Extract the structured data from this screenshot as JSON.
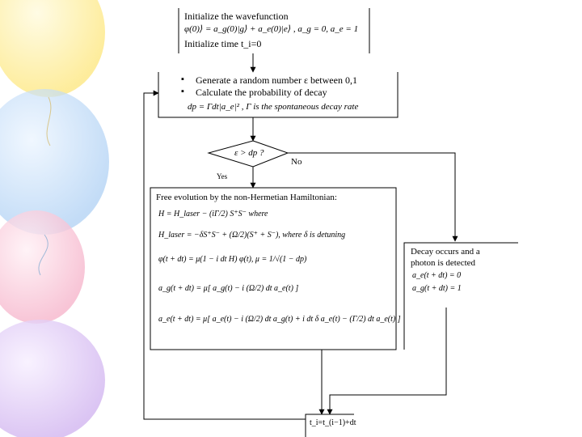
{
  "box_init": {
    "line1": "Initialize the wavefunction",
    "line2": "φ(0)⟩ = a_g(0)|g⟩ + a_e(0)|e⟩ ,  a_g = 0, a_e = 1",
    "line3": "Initialize time t_i=0"
  },
  "box_random": {
    "bullet1": "Generate a random number  ε  between 0,1",
    "bullet2": "Calculate the probability of decay",
    "formula": "dp = Γdt|a_e|² ,  Γ is the spontaneous decay rate"
  },
  "decision": {
    "condition": "ε > dp ?",
    "no_label": "No",
    "yes_label": "Yes"
  },
  "box_evolution": {
    "title": "Free evolution by the non-Hermetian Hamiltonian:",
    "eq1": "H = H_laser − (iΓ/2) S⁺S⁻ where",
    "eq2": "H_laser = −δS⁺S⁻ + (Ω/2)(S⁺ + S⁻),  where δ is detuning",
    "eq3": "φ(t + dt) = μ(1 − i dt H) φ(t),   μ = 1/√(1 − dp)",
    "eq4": "a_g(t + dt) = μ[ a_g(t) − i (Ω/2) dt a_e(t) ]",
    "eq5": "a_e(t + dt) = μ[ a_e(t) − i (Ω/2) dt a_g(t) + i dt δ a_e(t) − (Γ/2) dt a_e(t) ]"
  },
  "box_decay": {
    "line1": "Decay occurs and a",
    "line2": "photon is detected",
    "eq1": "a_e(t + dt) = 0",
    "eq2": "a_g(t + dt) = 1"
  },
  "box_time": {
    "label": "t_i=t_(i−1)+dt"
  }
}
